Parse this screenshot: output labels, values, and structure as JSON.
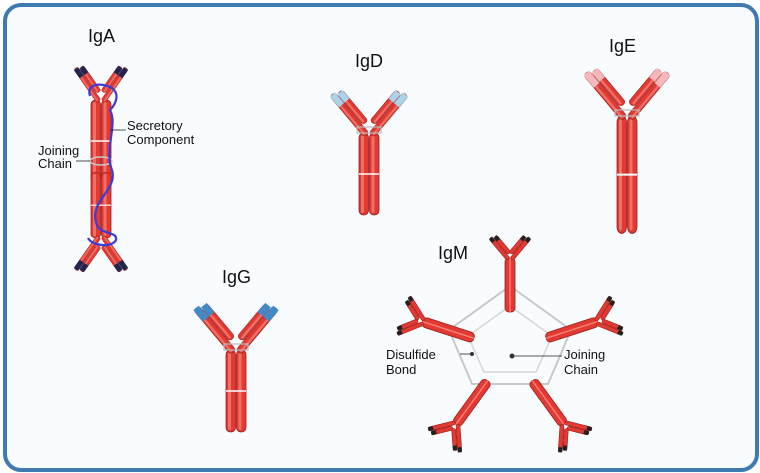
{
  "labels": {
    "iga": "IgA",
    "igd": "IgD",
    "ige": "IgE",
    "igg": "IgG",
    "igm": "IgM",
    "secretory_component_1": "Secretory",
    "secretory_component_2": "Component",
    "joining_chain_1": "Joining",
    "joining_chain_2": "Chain",
    "disulfide_bond_1": "Disulfide",
    "disulfide_bond_2": "Bond",
    "igm_joining_chain_1": "Joining",
    "igm_joining_chain_2": "Chain"
  },
  "colors": {
    "heavy_chain": "#e23a33",
    "chain_highlight": "#f47d73",
    "chain_outline": "#9c1f1c",
    "igd_tip": "#a9d4ec",
    "ige_tip": "#f6b7bd",
    "igg_tip": "#3f8bc9",
    "iga_tip": "#20264f",
    "secretory_component": "#3b3bd6",
    "frame": "#3f7bb0"
  }
}
